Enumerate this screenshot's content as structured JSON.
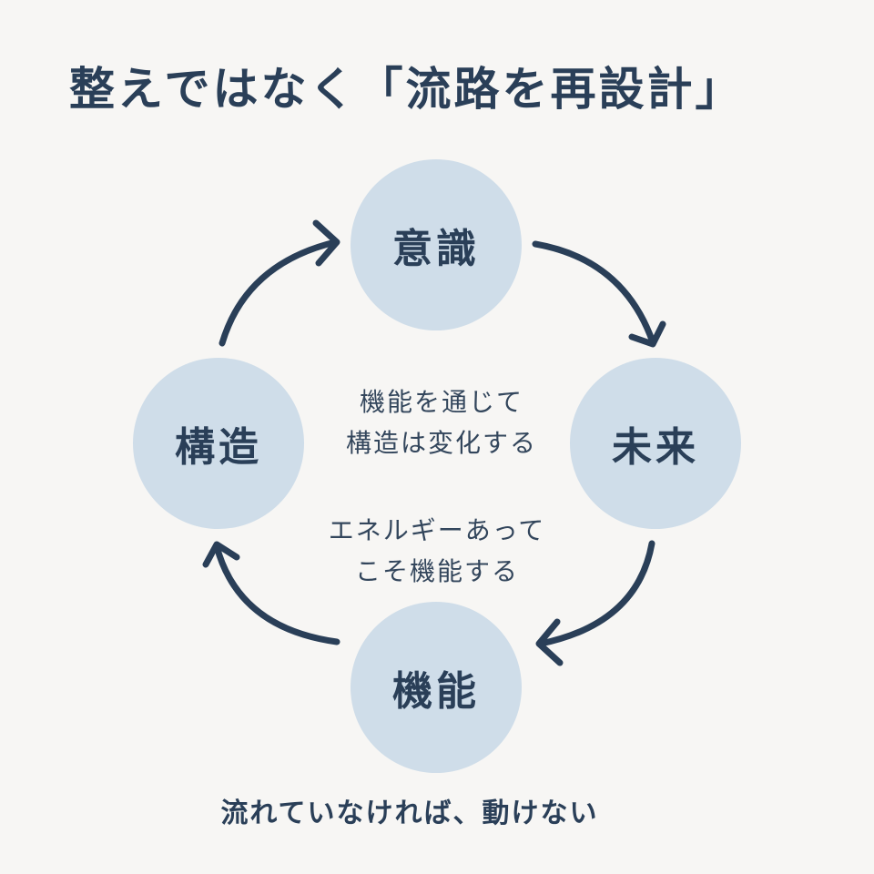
{
  "title": "整えではなく「流路を再設計」",
  "nodes": {
    "top": "意識",
    "right": "未来",
    "bottom": "機能",
    "left": "構造"
  },
  "center": {
    "top_line1": "機能を通じて",
    "top_line2": "構造は変化する",
    "bottom_line1": "エネルギーあって",
    "bottom_line2": "こそ機能する"
  },
  "footer": "流れていなければ、動けない",
  "colors": {
    "background": "#f7f6f4",
    "circle": "#cfdde9",
    "text": "#2a3f58",
    "arrow": "#2a3f58"
  }
}
